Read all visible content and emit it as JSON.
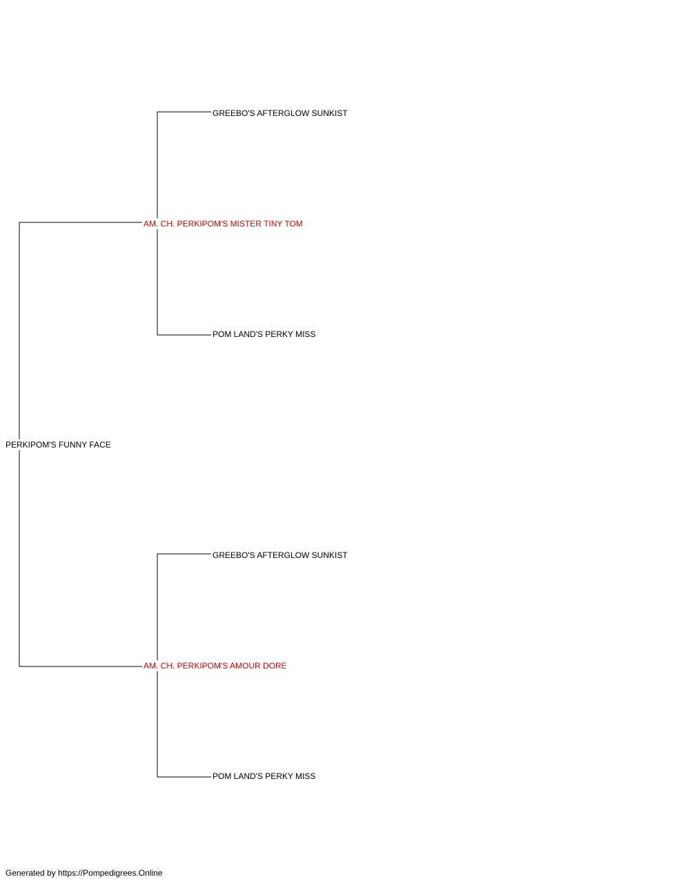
{
  "colors": {
    "champion": "#e00000",
    "default": "#000000",
    "line": "#000000"
  },
  "pedigree": {
    "subject": {
      "name": "PERKIPOM'S FUNNY FACE",
      "champion": false
    },
    "sire": {
      "name": "AM. CH. PERKIPOM'S MISTER TINY TOM",
      "champion": true
    },
    "sire_sire": {
      "name": "GREEBO'S AFTERGLOW SUNKIST",
      "champion": false
    },
    "sire_dam": {
      "name": "POM LAND'S PERKY MISS",
      "champion": false
    },
    "dam": {
      "name": "AM. CH. PERKIPOM'S AMOUR DORE",
      "champion": true
    },
    "dam_sire": {
      "name": "GREEBO'S AFTERGLOW SUNKIST",
      "champion": false
    },
    "dam_dam": {
      "name": "POM LAND'S PERKY MISS",
      "champion": false
    }
  },
  "footer": "Generated by https://Pompedigrees.Online"
}
